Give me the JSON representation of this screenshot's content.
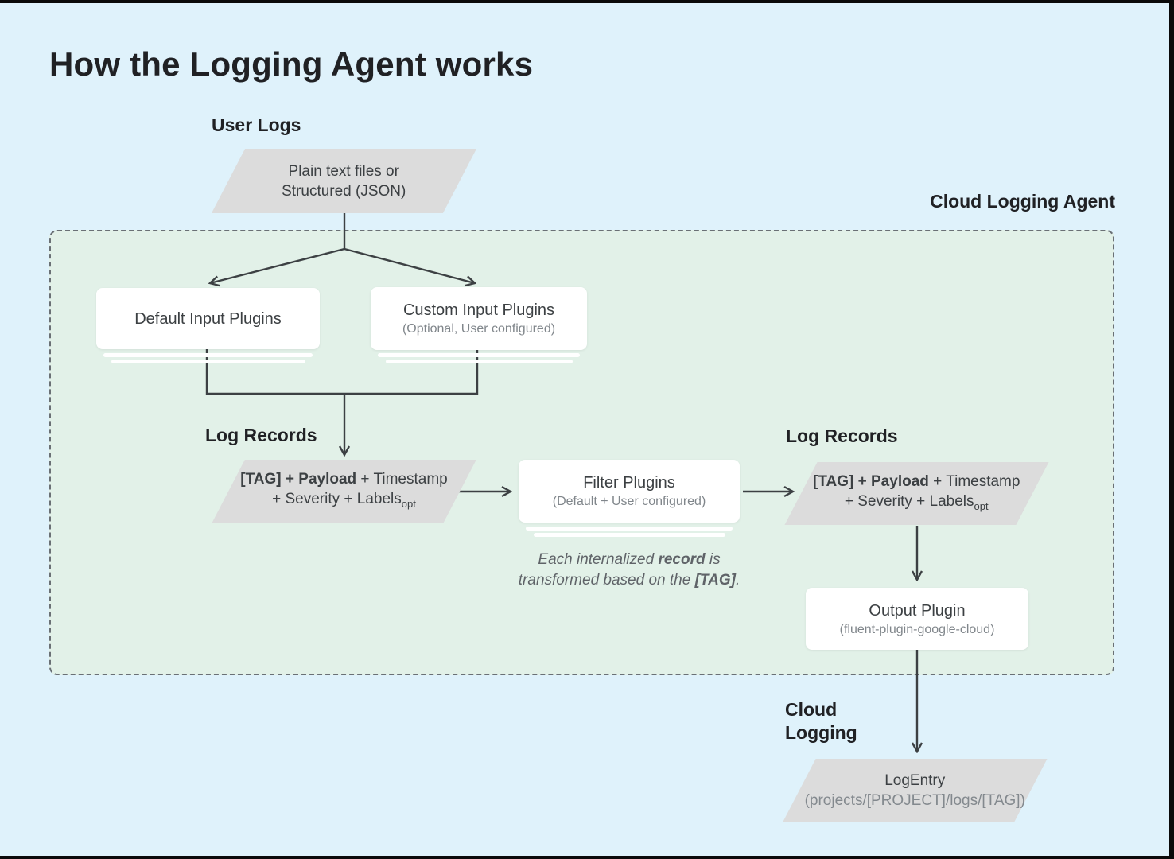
{
  "title": "How the Logging Agent works",
  "labels": {
    "user_logs": "User Logs",
    "agent": "Cloud Logging Agent",
    "log_records_left": "Log Records",
    "log_records_right": "Log Records",
    "cloud_logging_line1": "Cloud",
    "cloud_logging_line2": "Logging"
  },
  "nodes": {
    "user_logs_input": {
      "line1": "Plain text files or",
      "line2": "Structured (JSON)"
    },
    "default_input": {
      "title": "Default Input Plugins"
    },
    "custom_input": {
      "title": "Custom Input Plugins",
      "subtitle": "(Optional, User configured)"
    },
    "log_record": {
      "line1_bold": "[TAG] + Payload",
      "line1_rest": " + Timestamp",
      "line2": "+ Severity + Labels",
      "line2_sub": "opt"
    },
    "filter": {
      "title": "Filter Plugins",
      "subtitle": "(Default + User configured)"
    },
    "output": {
      "title": "Output Plugin",
      "subtitle": "(fluent-plugin-google-cloud)"
    },
    "log_entry": {
      "title": "LogEntry",
      "subtitle": "(projects/[PROJECT]/logs/[TAG])"
    }
  },
  "note": {
    "line1_pre": "Each internalized ",
    "line1_bold": "record",
    "line1_post": " is",
    "line2_pre": "transformed based on the ",
    "line2_bold": "[TAG]",
    "line2_post": "."
  },
  "colors": {
    "page_background": "#dff2fb",
    "agent_box_background": "#e2f1e8",
    "agent_box_border": "#6a7075",
    "shape_gray": "#dcdcdc",
    "node_white": "#ffffff",
    "text_dark": "#202124",
    "text_body": "#3c4043",
    "text_muted": "#80868b",
    "arrow": "#3c4043"
  }
}
